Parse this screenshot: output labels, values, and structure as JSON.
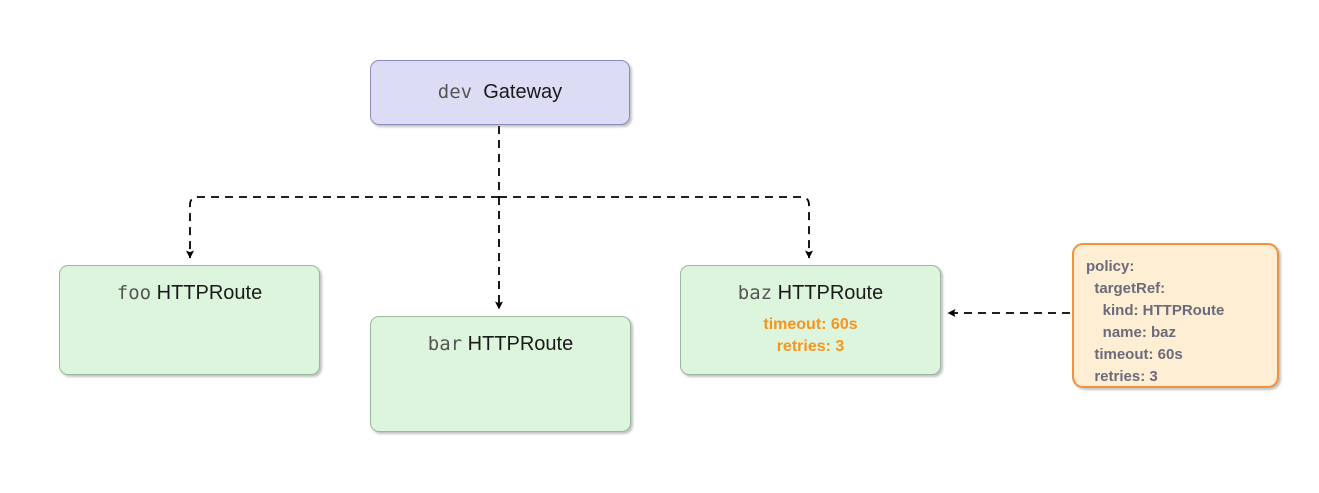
{
  "diagram": {
    "nodes": {
      "gateway": {
        "name_part": "dev",
        "kind_part": "Gateway",
        "fill": "#dcdcf5",
        "stroke": "#8b8bc0"
      },
      "foo": {
        "name_part": "foo",
        "kind_part": "HTTPRoute",
        "fill": "#ddf5dd",
        "stroke": "#9ab89a"
      },
      "bar": {
        "name_part": "bar",
        "kind_part": "HTTPRoute",
        "fill": "#ddf5dd",
        "stroke": "#9ab89a"
      },
      "baz": {
        "name_part": "baz",
        "kind_part": "HTTPRoute",
        "fill": "#ddf5dd",
        "stroke": "#9ab89a",
        "attr_timeout": "timeout: 60s",
        "attr_retries": "retries: 3",
        "attr_color": "#f7941e"
      },
      "policy": {
        "text": "policy:\n  targetRef:\n    kind: HTTPRoute\n    name: baz\n  timeout: 60s\n  retries: 3",
        "fill": "#fdeed4",
        "stroke": "#f4923b",
        "text_color": "#6b6b7b"
      }
    },
    "edge_color": "#000000"
  }
}
